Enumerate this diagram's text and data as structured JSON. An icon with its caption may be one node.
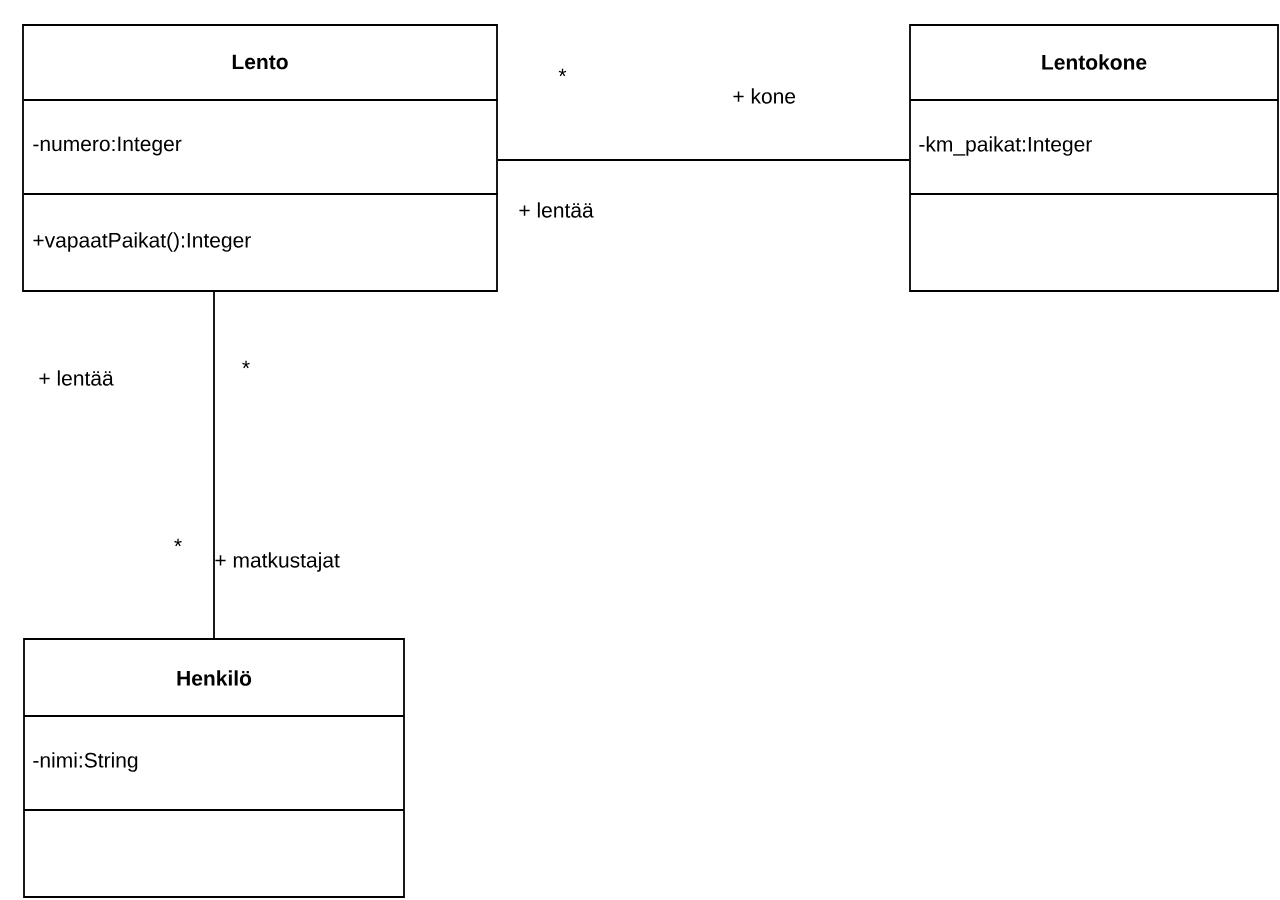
{
  "diagram": {
    "nodes": [
      {
        "text": [
          "Lento",
          "-numero:Integer",
          "+vapaatPaikat():Integer"
        ]
      },
      {
        "text": [
          "Lentokone",
          "-km_paikat:Integer"
        ]
      },
      {
        "text": [
          "Henkilö",
          "-nimi:String"
        ]
      }
    ],
    "edges": [
      {
        "from": 0,
        "to": 1,
        "arrow": "none"
      },
      {
        "from": 0,
        "to": 2,
        "arrow": "none"
      }
    ],
    "labels": [
      "*",
      "+ kone",
      "+ lentää",
      "+ lentää",
      "*",
      "*",
      "+ matkustajat"
    ]
  }
}
